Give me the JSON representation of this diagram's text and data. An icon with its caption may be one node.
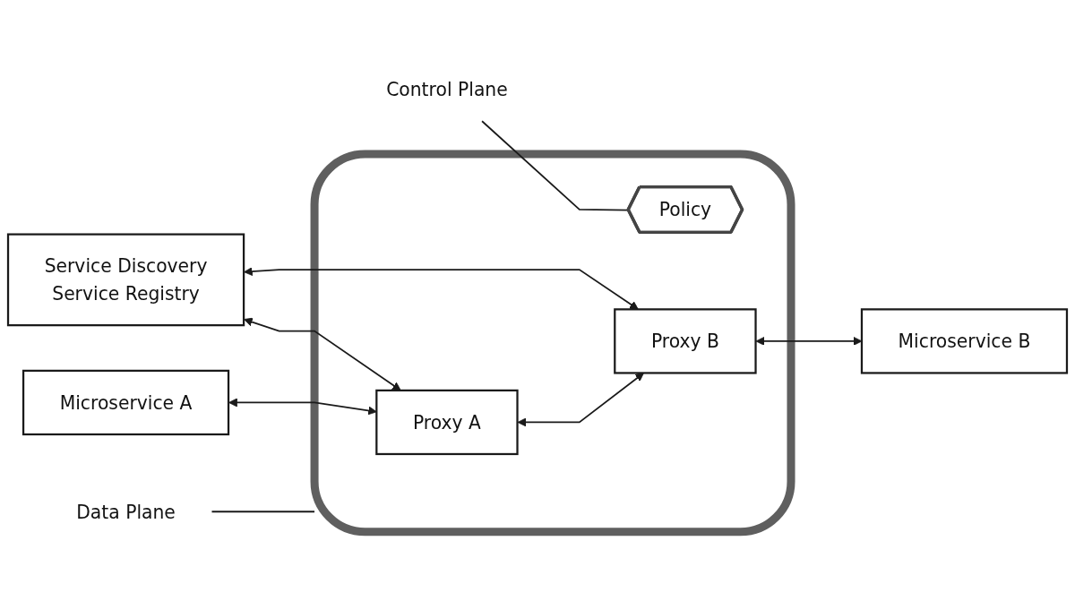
{
  "diagram": {
    "nodes": [
      {
        "text": [
          "Service Discovery",
          "Service Registry"
        ]
      },
      {
        "text": [
          "Control Plane"
        ]
      },
      {
        "text": [
          "Data Plane"
        ]
      },
      {
        "text": [],
        "shape": "ellipse"
      },
      {
        "text": [
          "Proxy A"
        ],
        "in": 3
      },
      {
        "text": [
          "Policy"
        ],
        "in": 3
      },
      {
        "text": [
          "Proxy B"
        ],
        "in": 3
      },
      {
        "text": [
          "Microservice A"
        ]
      },
      {
        "text": [
          "Microservice B"
        ]
      }
    ],
    "edges": [
      {
        "from": 0,
        "to": 4,
        "arrow": "both"
      },
      {
        "from": 0,
        "to": 6,
        "arrow": "both"
      },
      {
        "from": 7,
        "to": 4,
        "arrow": "both"
      },
      {
        "from": 4,
        "to": 6,
        "arrow": "both"
      },
      {
        "from": 6,
        "to": 8,
        "arrow": "both"
      },
      {
        "from": 2,
        "to": 3,
        "arrow": "none"
      },
      {
        "from": 1,
        "to": 5,
        "arrow": "none"
      }
    ]
  }
}
